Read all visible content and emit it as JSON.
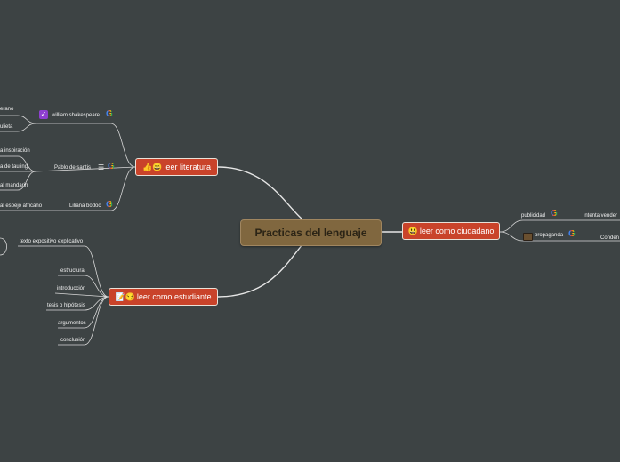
{
  "root": {
    "label": "Practicas del lenguaje"
  },
  "literatura": {
    "label": "leer literatura",
    "emoji": "👍😄",
    "items": [
      {
        "label": "william shakespeare",
        "children": [
          "erano",
          "ulieta"
        ]
      },
      {
        "label": "Pablo de santis",
        "children": [
          "a inspiración",
          "a de tauling",
          "al mandarin"
        ]
      },
      {
        "label": "Liliana bodoc",
        "children": [
          "al espejo africano"
        ]
      }
    ]
  },
  "estudiante": {
    "label": "leer como estudiante",
    "emoji": "📝😏",
    "items": [
      "texto expositivo explicativo",
      "estructura",
      "introducción",
      "tesis o hipótesis",
      "argumentos",
      "conclusión"
    ]
  },
  "ciudadano": {
    "label": "leer como ciudadano",
    "emoji": "😃",
    "items": [
      {
        "label": "publicidad",
        "children": [
          "intenta vender"
        ]
      },
      {
        "label": "propaganda",
        "children": [
          "Conden"
        ]
      }
    ]
  },
  "icons": {
    "google": "google-g-icon",
    "check": "checkmark-icon",
    "menu": "menu-icon",
    "box": "folder-icon"
  },
  "colors": {
    "background": "#3d4344",
    "root_fill": "#80673f",
    "main_fill": "#c9432a",
    "line": "#e6e6e6"
  }
}
